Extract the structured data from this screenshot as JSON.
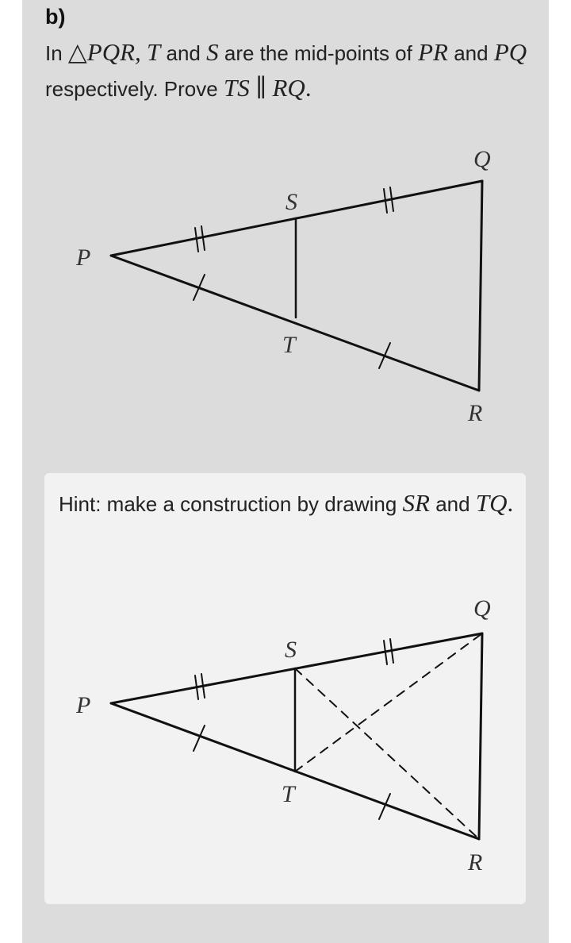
{
  "question": {
    "part_label": "b)",
    "text_in": "In",
    "triangle_symbol": "△",
    "triangle_name": "PQR,",
    "point_t": "T",
    "text_and_1": "and",
    "point_s": "S",
    "text_midpoints": "are the mid-points of",
    "side_pr": "PR",
    "text_and_2": "and",
    "side_pq": "PQ",
    "text_respectively": "respectively. Prove",
    "seg_ts": "TS",
    "parallel_symbol": "∥",
    "seg_rq": "RQ",
    "period": "."
  },
  "hint": {
    "text_prefix": "Hint: make a construction by drawing",
    "seg_sr": "SR",
    "text_and": "and",
    "seg_tq": "TQ",
    "period": "."
  },
  "diagram_labels": {
    "P": "P",
    "Q": "Q",
    "R": "R",
    "S": "S",
    "T": "T"
  }
}
